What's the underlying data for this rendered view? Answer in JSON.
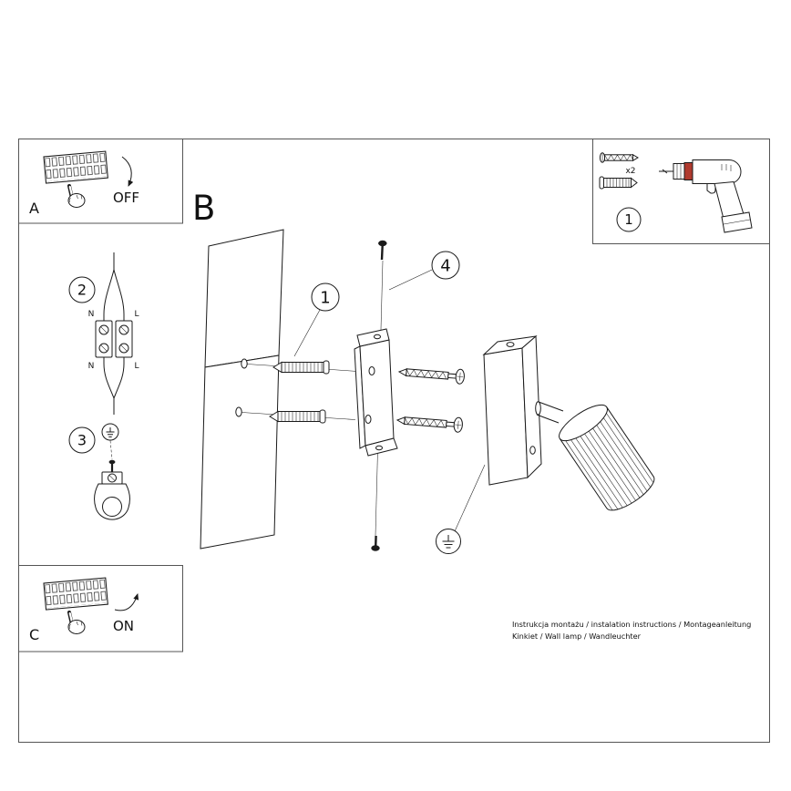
{
  "sheet": {
    "step_a": "A",
    "step_b": "B",
    "step_c": "C",
    "power_off": "OFF",
    "power_on": "ON",
    "num_1": "1",
    "num_2": "2",
    "num_3": "3",
    "num_4": "4",
    "anchor_quantity": "x2"
  },
  "wiring": {
    "n_top": "N",
    "l_top": "L",
    "n_bottom": "N",
    "l_bottom": "L"
  },
  "footer": {
    "line1": "Instrukcja montażu / instalation instructions / Montageanleitung",
    "line2": "Kinkiet / Wall lamp / Wandleuchter"
  },
  "colors": {
    "line": "#1a1a1a",
    "drill_accent": "#b03a2e",
    "border": "#555555",
    "background": "#ffffff"
  }
}
